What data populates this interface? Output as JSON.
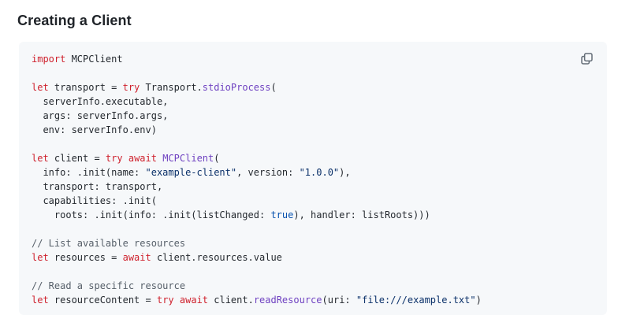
{
  "page": {
    "title": "Creating a Client"
  },
  "colors": {
    "code_background": "#f6f8fa",
    "plain_text": "#24292f",
    "keyword": "#cf222e",
    "function_call": "#6f42c1",
    "string": "#0a3069",
    "constant": "#0550ae",
    "comment": "#57606a",
    "icon_gray": "#636c76",
    "title_text": "#1f2328"
  },
  "code_block": {
    "language": "swift",
    "copy_button": {
      "icon": "copy-icon",
      "label": "Copy code"
    },
    "lines": [
      [
        {
          "t": "import",
          "c": "kw"
        },
        {
          "t": " MCPClient",
          "c": "pl"
        }
      ],
      [],
      [
        {
          "t": "let",
          "c": "kw"
        },
        {
          "t": " transport = ",
          "c": "pl"
        },
        {
          "t": "try",
          "c": "kw"
        },
        {
          "t": " Transport.",
          "c": "pl"
        },
        {
          "t": "stdioProcess",
          "c": "fn"
        },
        {
          "t": "(",
          "c": "pl"
        }
      ],
      [
        {
          "t": "  serverInfo.executable,",
          "c": "pl"
        }
      ],
      [
        {
          "t": "  args: serverInfo.args,",
          "c": "pl"
        }
      ],
      [
        {
          "t": "  env: serverInfo.env)",
          "c": "pl"
        }
      ],
      [],
      [
        {
          "t": "let",
          "c": "kw"
        },
        {
          "t": " client = ",
          "c": "pl"
        },
        {
          "t": "try",
          "c": "kw"
        },
        {
          "t": " ",
          "c": "pl"
        },
        {
          "t": "await",
          "c": "kw"
        },
        {
          "t": " ",
          "c": "pl"
        },
        {
          "t": "MCPClient",
          "c": "fn"
        },
        {
          "t": "(",
          "c": "pl"
        }
      ],
      [
        {
          "t": "  info: .init(name: ",
          "c": "pl"
        },
        {
          "t": "\"example-client\"",
          "c": "str"
        },
        {
          "t": ", version: ",
          "c": "pl"
        },
        {
          "t": "\"1.0.0\"",
          "c": "str"
        },
        {
          "t": "),",
          "c": "pl"
        }
      ],
      [
        {
          "t": "  transport: transport,",
          "c": "pl"
        }
      ],
      [
        {
          "t": "  capabilities: .init(",
          "c": "pl"
        }
      ],
      [
        {
          "t": "    roots: .init(info: .init(listChanged: ",
          "c": "pl"
        },
        {
          "t": "true",
          "c": "const"
        },
        {
          "t": "), handler: listRoots)))",
          "c": "pl"
        }
      ],
      [],
      [
        {
          "t": "// List available resources",
          "c": "cm"
        }
      ],
      [
        {
          "t": "let",
          "c": "kw"
        },
        {
          "t": " resources = ",
          "c": "pl"
        },
        {
          "t": "await",
          "c": "kw"
        },
        {
          "t": " client.resources.value",
          "c": "pl"
        }
      ],
      [],
      [
        {
          "t": "// Read a specific resource",
          "c": "cm"
        }
      ],
      [
        {
          "t": "let",
          "c": "kw"
        },
        {
          "t": " resourceContent = ",
          "c": "pl"
        },
        {
          "t": "try",
          "c": "kw"
        },
        {
          "t": " ",
          "c": "pl"
        },
        {
          "t": "await",
          "c": "kw"
        },
        {
          "t": " client.",
          "c": "pl"
        },
        {
          "t": "readResource",
          "c": "fn"
        },
        {
          "t": "(uri: ",
          "c": "pl"
        },
        {
          "t": "\"file:///example.txt\"",
          "c": "str"
        },
        {
          "t": ")",
          "c": "pl"
        }
      ]
    ]
  }
}
